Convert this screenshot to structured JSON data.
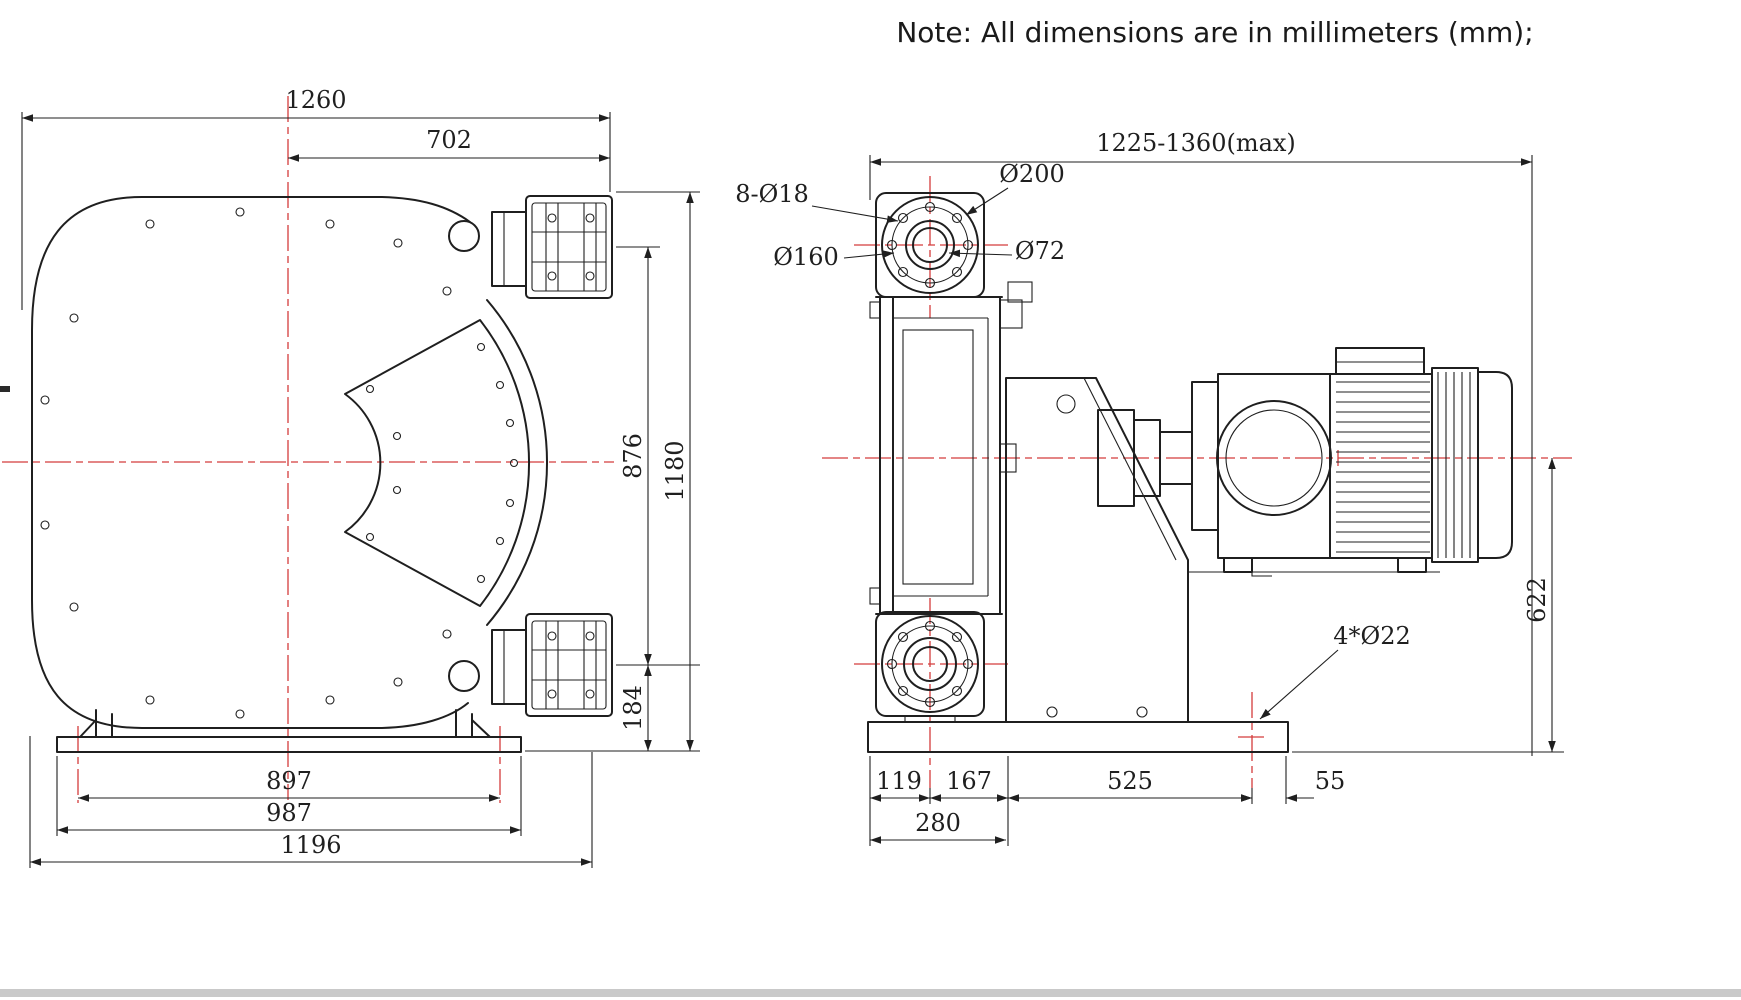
{
  "note": "Note: All dimensions are in millimeters (mm);",
  "colors": {
    "line": "#1f1f1f",
    "centerline": "#d43c3c",
    "paper": "#ffffff"
  },
  "front_view": {
    "width_overall": "1260",
    "width_center_to_port_flange": "702",
    "port_centers_vertical": "876",
    "height_overall": "1180",
    "lower_port_to_base": "184",
    "foot_hole_span": "897",
    "base_plate_width": "987",
    "overall_base_width": "1196"
  },
  "side_view": {
    "length_overall": "1225-1360(max)",
    "flange_bolt_holes": "8-Ø18",
    "flange_outer_diameter": "Ø200",
    "flange_bolt_circle": "Ø160",
    "hose_bore": "Ø72",
    "shaft_height": "622",
    "anchor_bolt_holes": "4*Ø22",
    "base_offset_1": "119",
    "base_offset_2": "167",
    "anchor_span": "525",
    "anchor_to_edge": "55",
    "pump_foot_depth": "280"
  }
}
